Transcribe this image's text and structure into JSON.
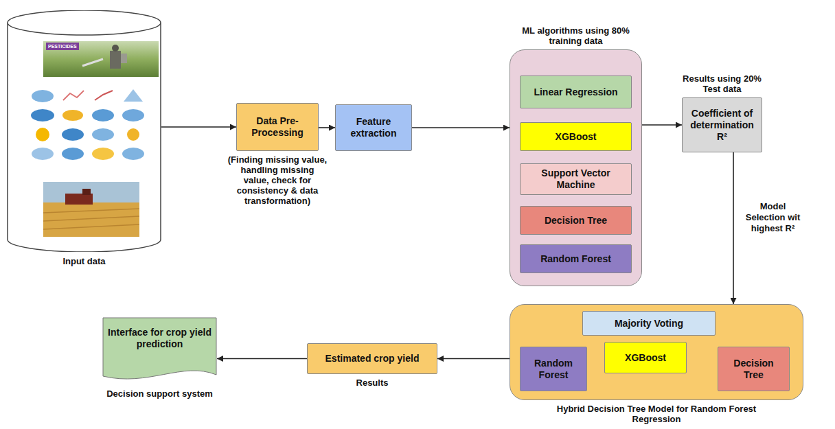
{
  "diagram": {
    "nodes": [
      {
        "text": [
          "Input data"
        ]
      },
      {
        "text": [
          "Data Pre-Processing",
          "(Finding missing value, handling missing value, check for consistency & data transformation)"
        ]
      },
      {
        "text": [
          "Feature extraction"
        ]
      },
      {
        "text": [
          "ML algorithms using 80% training data"
        ]
      },
      {
        "text": [
          "Linear Regression"
        ],
        "in": 3
      },
      {
        "text": [
          "XGBoost"
        ],
        "in": 3
      },
      {
        "text": [
          "Support Vector Machine"
        ],
        "in": 3
      },
      {
        "text": [
          "Decision Tree"
        ],
        "in": 3
      },
      {
        "text": [
          "Random Forest"
        ],
        "in": 3
      },
      {
        "text": [
          "Results using 20% Test data",
          "Coefficient of determination R²"
        ]
      },
      {
        "text": [
          "Hybrid Decision Tree Model for Random Forest Regression"
        ]
      },
      {
        "text": [
          "Majority Voting"
        ],
        "in": 10
      },
      {
        "text": [
          "Random Forest"
        ],
        "in": 10
      },
      {
        "text": [
          "XGBoost"
        ],
        "in": 10
      },
      {
        "text": [
          "Decision Tree"
        ],
        "in": 10
      },
      {
        "text": [
          "Estimated crop yield",
          "Results"
        ]
      },
      {
        "text": [
          "Interface for crop yield prediction",
          "Decision support system"
        ]
      }
    ],
    "edges": [
      {
        "from": 0,
        "to": 1,
        "arrow": "to"
      },
      {
        "from": 1,
        "to": 2,
        "arrow": "to"
      },
      {
        "from": 2,
        "to": 3,
        "arrow": "to"
      },
      {
        "from": 3,
        "to": 9,
        "arrow": "to"
      },
      {
        "from": 9,
        "to": 10,
        "label": "Model Selection wit highest R²",
        "arrow": "to"
      },
      {
        "from": 13,
        "to": 12,
        "arrow": "to"
      },
      {
        "from": 13,
        "to": 14,
        "arrow": "to"
      },
      {
        "from": 10,
        "to": 15,
        "arrow": "to"
      },
      {
        "from": 15,
        "to": 16,
        "arrow": "to"
      }
    ],
    "labels": [
      "PESTICIDES"
    ]
  }
}
